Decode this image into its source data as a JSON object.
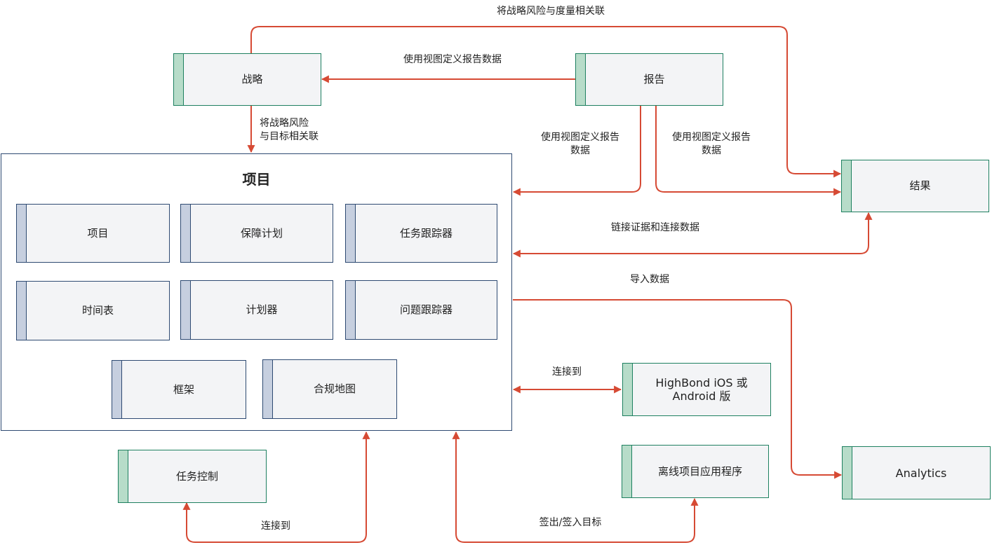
{
  "colors": {
    "arrow": "#d64a34",
    "green_border": "#1e8060",
    "green_tab": "#b7dcc9",
    "blue_border": "#2e4a72",
    "blue_tab": "#c6cfdf",
    "box_fill": "#f3f4f6"
  },
  "nodes": {
    "strategy": "战略",
    "report": "报告",
    "results": "结果",
    "highbond_mobile": "HighBond iOS 或\nAndroid 版",
    "offline_app": "离线项目应用程序",
    "analytics": "Analytics",
    "task_control": "任务控制"
  },
  "projects_container": {
    "title": "项目",
    "modules": [
      "项目",
      "保障计划",
      "任务跟踪器",
      "时间表",
      "计划器",
      "问题跟踪器",
      "框架",
      "合规地图"
    ]
  },
  "edges": {
    "strategy_to_results": "将战略风险与度量相关联",
    "report_to_strategy": "使用视图定义报告数据",
    "strategy_to_projects": "将战略风险\n与目标相关联",
    "report_to_projects": "使用视图定义报告\n数据",
    "report_to_results": "使用视图定义报告\n数据",
    "results_projects_link": "链接证据和连接数据",
    "import_data": "导入数据",
    "connect_mobile": "连接到",
    "connect_task_control": "连接到",
    "check_out_in": "签出/签入目标"
  }
}
